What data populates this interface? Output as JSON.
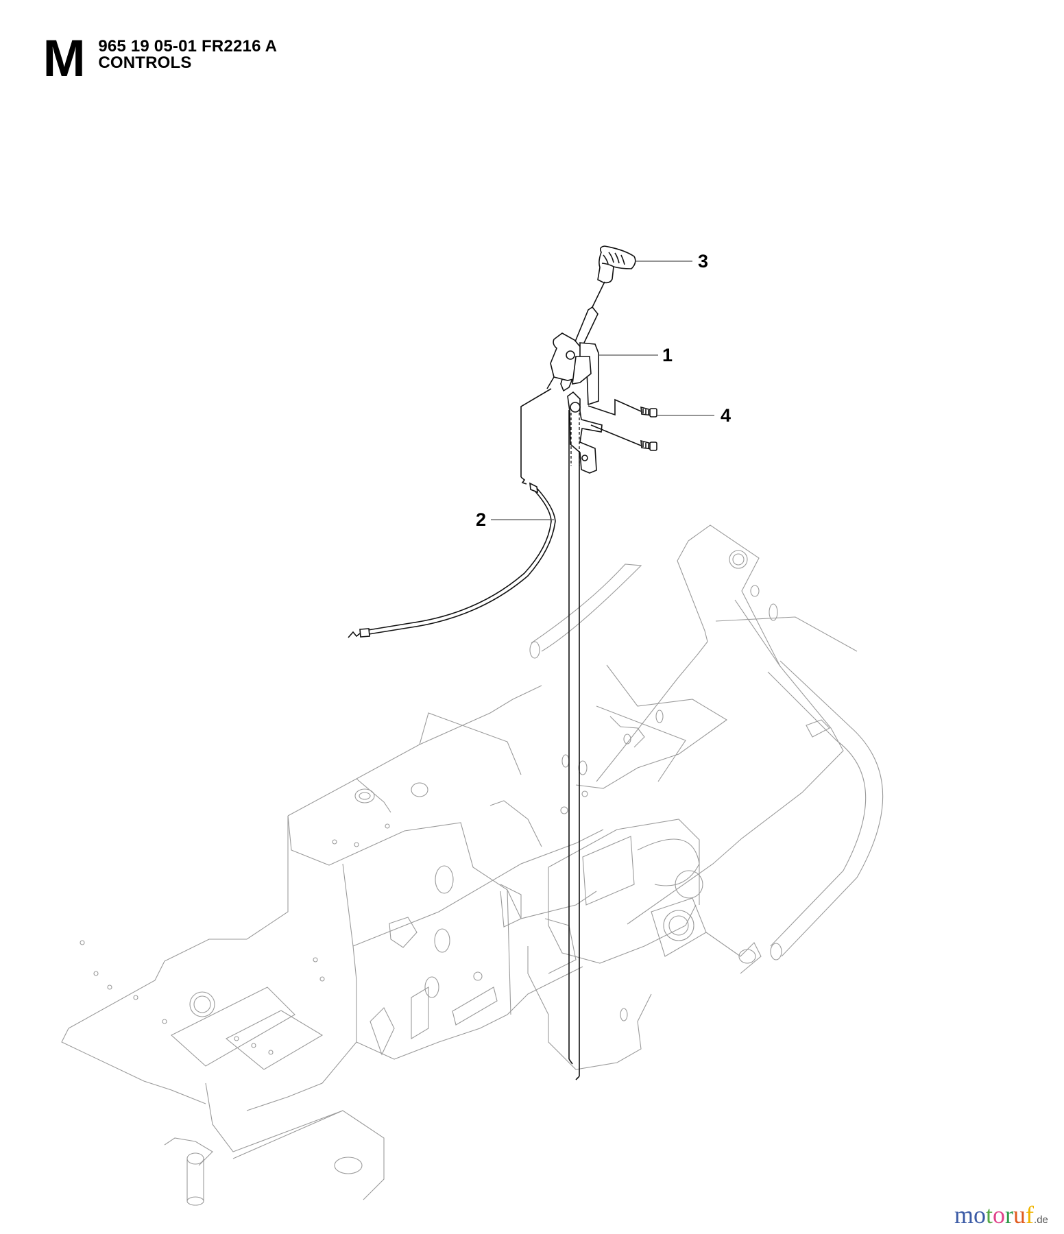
{
  "header": {
    "section_letter": "M",
    "part_number_line": "965 19 05-01 FR2216 A",
    "section_title": "CONTROLS"
  },
  "diagram": {
    "subject": "Rider mower frame with throttle control assembly",
    "callouts": [
      {
        "number": "1",
        "part": "throttle-lever-assembly"
      },
      {
        "number": "2",
        "part": "throttle-cable"
      },
      {
        "number": "3",
        "part": "control-knob"
      },
      {
        "number": "4",
        "part": "mounting-screw"
      }
    ],
    "colors": {
      "part_stroke": "#111111",
      "background_frame_stroke": "#9a9a9a",
      "leader_line": "#555555"
    }
  },
  "watermark": {
    "letters": [
      "m",
      "o",
      "t",
      "o",
      "r",
      "u",
      "f"
    ],
    "letter_colors": [
      "#3b5ba6",
      "#3b5ba6",
      "#55a845",
      "#e0408a",
      "#2e9a4a",
      "#e05a1e",
      "#f0b400"
    ],
    "tld": ".de"
  }
}
